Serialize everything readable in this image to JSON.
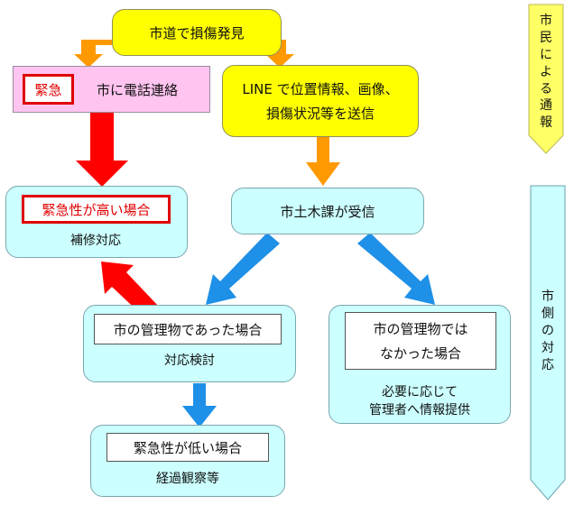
{
  "nodes": {
    "discovery": "市道で損傷発見",
    "emergency_badge": "緊急",
    "phone_contact": "市に電話連絡",
    "line_send_line1": "LINE で位置情報、画像、",
    "line_send_line2": "損傷状況等を送信",
    "high_urgency": "緊急性が高い場合",
    "repair": "補修対応",
    "received": "市土木課が受信",
    "city_managed": "市の管理物であった場合",
    "consider": "対応検討",
    "not_city_line1": "市の管理物では",
    "not_city_line2": "なかった場合",
    "provide_line1": "必要に応じて",
    "provide_line2": "管理者へ情報提供",
    "low_urgency": "緊急性が低い場合",
    "observation": "経過観察等"
  },
  "side_labels": {
    "citizen_report": "市民による通報",
    "city_response": "市側の対応"
  },
  "colors": {
    "yellow": "#ffff00",
    "pink": "#ffc4f0",
    "cyan": "#ccffff",
    "red_arrow": "#ff0000",
    "orange_arrow": "#ff9900",
    "blue_arrow": "#1e90e8"
  }
}
